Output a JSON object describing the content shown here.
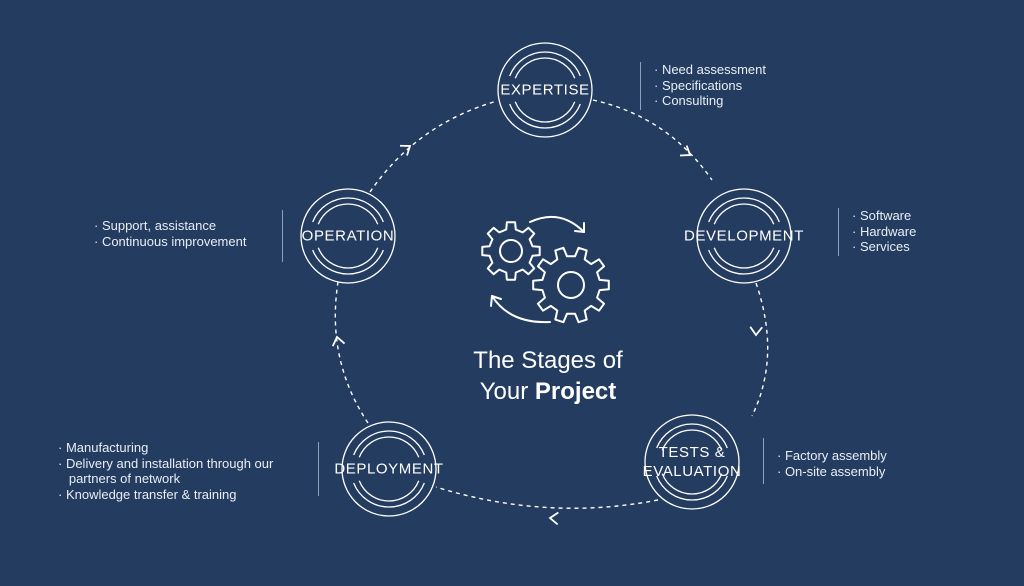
{
  "center": {
    "title_line1": "The Stages of",
    "title_line2_prefix": "Your",
    "title_line2_bold": "Project"
  },
  "center_icon": "gears-cycle-icon",
  "colors": {
    "background": "#233c5f",
    "foreground": "#ffffff",
    "divider": "#8fa2bb"
  },
  "stages": [
    {
      "label": [
        "EXPERTISE"
      ],
      "bullets": [
        "· Need assessment",
        "· Specifications",
        "· Consulting"
      ]
    },
    {
      "label": [
        "DEVELOPMENT"
      ],
      "bullets": [
        "· Software",
        "· Hardware",
        "· Services"
      ]
    },
    {
      "label": [
        "TESTS &",
        "EVALUATION"
      ],
      "bullets": [
        "· Factory assembly",
        "· On-site assembly"
      ]
    },
    {
      "label": [
        "DEPLOYMENT"
      ],
      "bullets": [
        "· Manufacturing",
        "· Delivery and installation through our",
        "   partners of network",
        "· Knowledge transfer & training"
      ]
    },
    {
      "label": [
        "OPERATION"
      ],
      "bullets": [
        "· Support, assistance",
        "· Continuous improvement"
      ]
    }
  ]
}
